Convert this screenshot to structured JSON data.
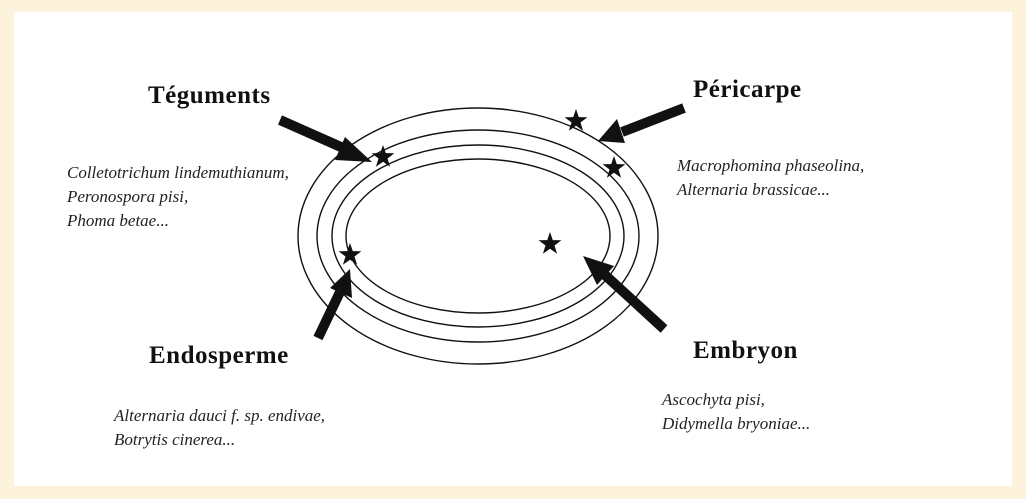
{
  "labels": {
    "teguments": "Téguments",
    "pericarpe": "Péricarpe",
    "endosperme": "Endosperme",
    "embryon": "Embryon"
  },
  "pathogens": {
    "teguments": [
      "Colletotrichum lindemuthianum,",
      "Peronospora pisi,",
      "Phoma betae..."
    ],
    "pericarpe": [
      "Macrophomina phaseolina,",
      "Alternaria brassicae..."
    ],
    "endosperme": [
      "Alternaria dauci f. sp. endivae,",
      "Botrytis cinerea..."
    ],
    "embryon": [
      "Ascochyta pisi,",
      "Didymella bryoniae..."
    ]
  },
  "colors": {
    "background": "#fdf3dc",
    "panel": "#ffffff",
    "ink": "#111111"
  }
}
